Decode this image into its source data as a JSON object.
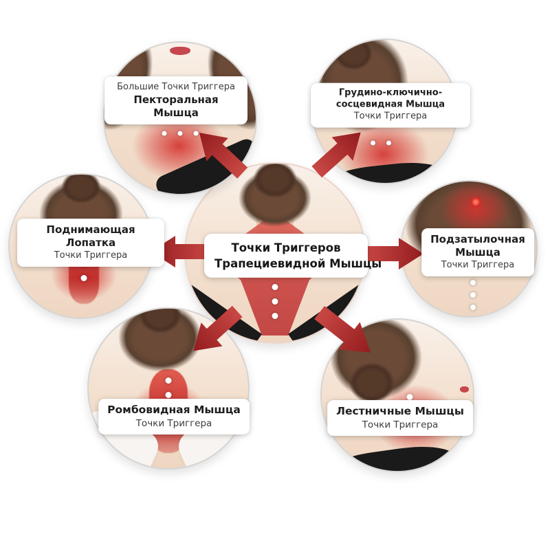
{
  "center": {
    "line1": "Точки Триггеров",
    "line2": "Трапециевидной Мышцы"
  },
  "nodes": {
    "pectoral": {
      "note": "Большие Точки Триггера",
      "muscle": "Пекторальная Мышца"
    },
    "sternocleidomastoid": {
      "muscle": "Грудино-ключично-сосцевидная Мышца",
      "note": "Точки Триггера"
    },
    "levator_scapulae": {
      "muscle": "Поднимающая Лопатка",
      "note": "Точки Триггера"
    },
    "suboccipital": {
      "muscle": "Подзатылочная Мышца",
      "note": "Точки Триггера"
    },
    "rhomboid": {
      "muscle": "Ромбовидная Мышца",
      "note": "Точки Триггера"
    },
    "scalene": {
      "muscle": "Лестничные Мышцы",
      "note": "Точки Триггера"
    }
  },
  "colors": {
    "arrow_red": "#a62528",
    "trigger_red": "#d23c3c",
    "label_text": "#1e1e1e",
    "background": "#ffffff"
  }
}
